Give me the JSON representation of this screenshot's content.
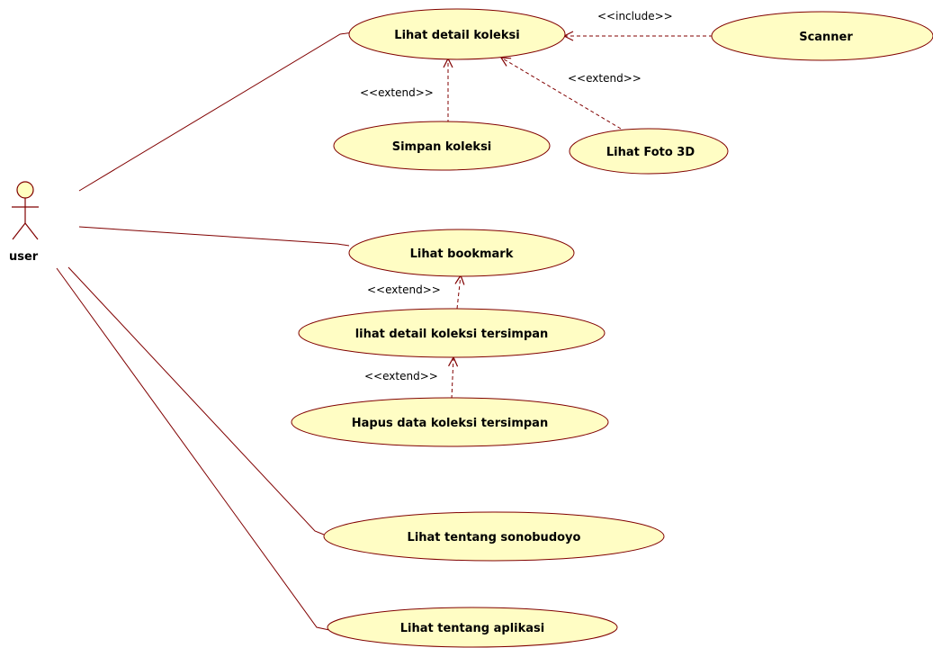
{
  "actor": {
    "name": "user"
  },
  "use_cases": {
    "lihat_detail_koleksi": "Lihat detail koleksi",
    "scanner": "Scanner",
    "simpan_koleksi": "Simpan koleksi",
    "lihat_foto_3d": "Lihat Foto 3D",
    "lihat_bookmark": "Lihat bookmark",
    "lihat_detail_koleksi_tersimpan": "lihat detail koleksi tersimpan",
    "hapus_data_koleksi_tersimpan": "Hapus data koleksi tersimpan",
    "lihat_tentang_sonobudoyo": "Lihat tentang sonobudoyo",
    "lihat_tentang_aplikasi": "Lihat tentang aplikasi"
  },
  "relationships": {
    "include_scanner": "<<include>>",
    "extend_simpan": "<<extend>>",
    "extend_foto3d": "<<extend>>",
    "extend_detail_tersimpan": "<<extend>>",
    "extend_hapus": "<<extend>>"
  },
  "colors": {
    "usecase_fill": "#fffdc4",
    "line": "#800000",
    "actor_fill": "#ffffc0"
  }
}
